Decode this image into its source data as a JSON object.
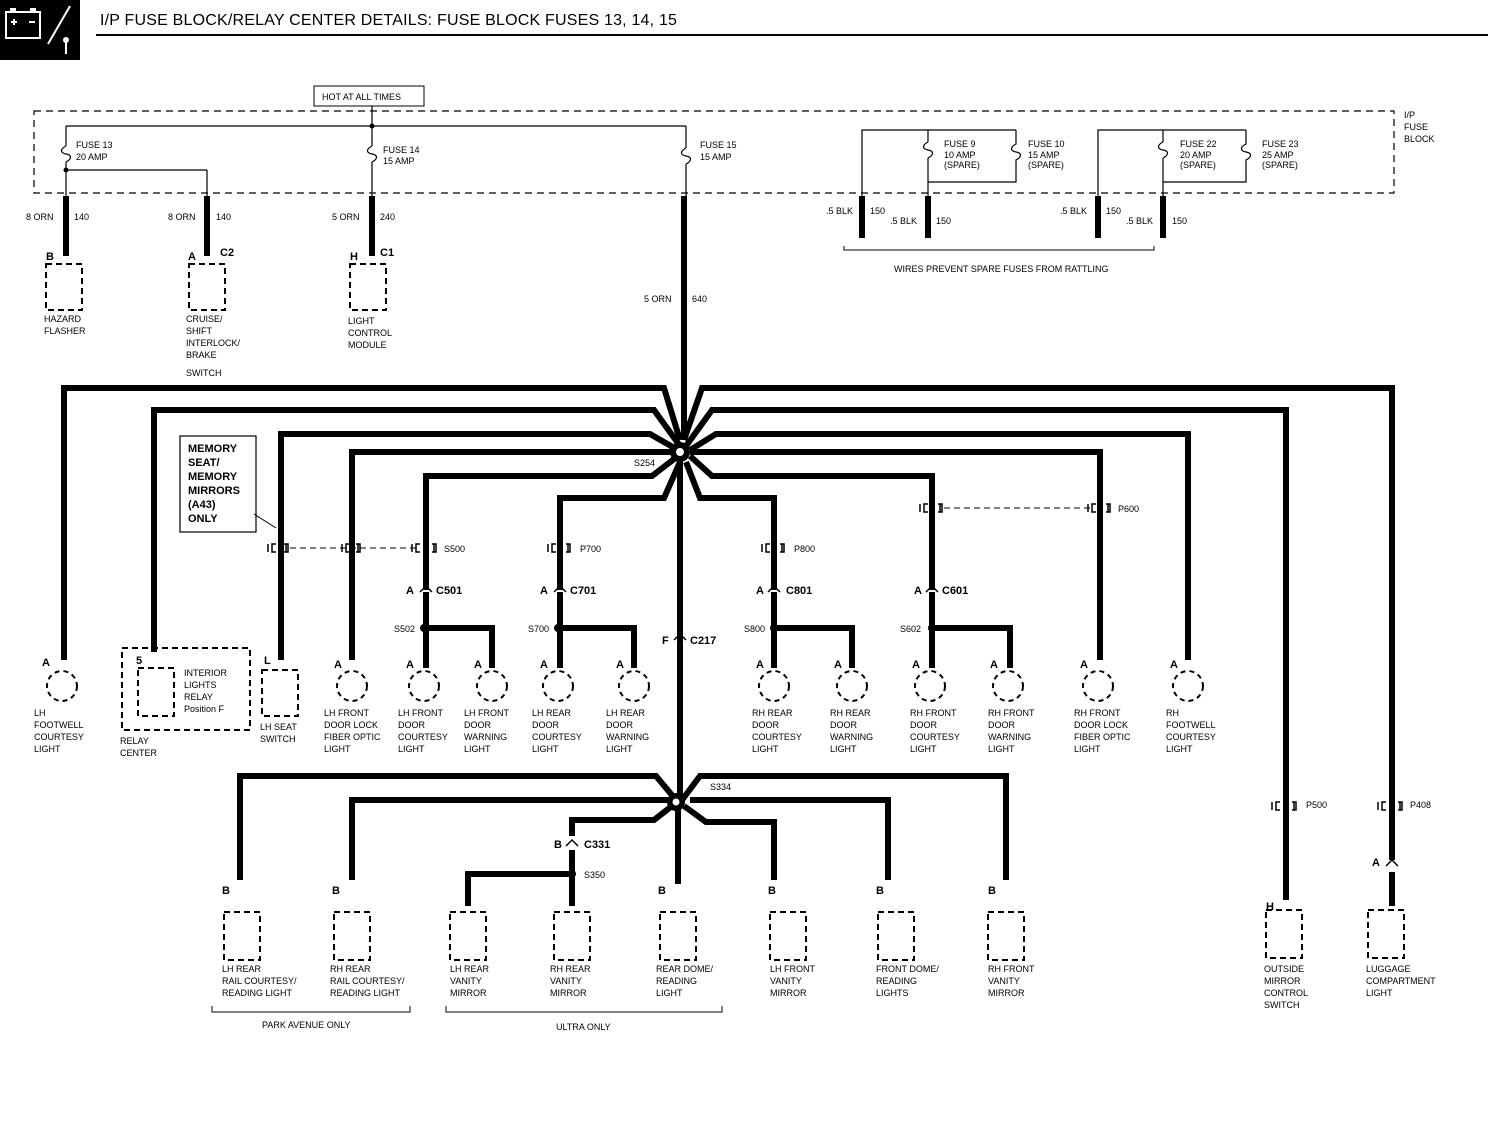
{
  "page": {
    "title": "I/P FUSE BLOCK/RELAY CENTER DETAILS: FUSE BLOCK FUSES 13, 14, 15",
    "icon": "battery-fuse-icon",
    "accent": "#000000",
    "background": "#ffffff"
  },
  "fuse_block": {
    "hot_label": "HOT AT ALL TIMES",
    "label": [
      "I/P",
      "FUSE",
      "BLOCK"
    ],
    "fuses": [
      {
        "id": "f13",
        "name": "FUSE 13",
        "rating": "20 AMP"
      },
      {
        "id": "f14",
        "name": "FUSE 14",
        "rating": "15 AMP"
      },
      {
        "id": "f15",
        "name": "FUSE 15",
        "rating": "15 AMP"
      },
      {
        "id": "f9",
        "name": "FUSE 9",
        "rating": "10 AMP",
        "note": "(SPARE)"
      },
      {
        "id": "f10",
        "name": "FUSE 10",
        "rating": "15 AMP",
        "note": "(SPARE)"
      },
      {
        "id": "f22",
        "name": "FUSE 22",
        "rating": "20 AMP",
        "note": "(SPARE)"
      },
      {
        "id": "f23",
        "name": "FUSE 23",
        "rating": "25 AMP",
        "note": "(SPARE)"
      }
    ],
    "spare_wires_note": "WIRES PREVENT SPARE FUSES FROM RATTLING"
  },
  "wires": [
    {
      "id": "w_hazard",
      "color": "8 ORN",
      "circuit": "140"
    },
    {
      "id": "w_cruise",
      "color": "8 ORN",
      "circuit": "140"
    },
    {
      "id": "w_light",
      "color": "5 ORN",
      "circuit": "240"
    },
    {
      "id": "w_main",
      "color": "5 ORN",
      "circuit": "640"
    },
    {
      "id": "w_sp1",
      "color": ".5 BLK",
      "circuit": "150"
    },
    {
      "id": "w_sp2",
      "color": ".5 BLK",
      "circuit": "150"
    },
    {
      "id": "w_sp3",
      "color": ".5 BLK",
      "circuit": "150"
    },
    {
      "id": "w_sp4",
      "color": ".5 BLK",
      "circuit": "150"
    }
  ],
  "splices": [
    "S254",
    "S334",
    "S350",
    "S502",
    "S700",
    "S800",
    "S602"
  ],
  "connectors": {
    "c2": {
      "pin": "A",
      "name": "C2"
    },
    "c1": {
      "pin": "H",
      "name": "C1"
    },
    "hazard_pin": "B",
    "c501": {
      "pin": "A",
      "name": "C501"
    },
    "c701": {
      "pin": "A",
      "name": "C701"
    },
    "c801": {
      "pin": "A",
      "name": "C801"
    },
    "c601": {
      "pin": "A",
      "name": "C601"
    },
    "c217": {
      "pin": "F",
      "name": "C217"
    },
    "c331": {
      "pin": "B",
      "name": "C331"
    },
    "p500_left": "S500",
    "p700": "P700",
    "p800": "P800",
    "p600": "P600",
    "p500_right": "P500",
    "p408": "P408"
  },
  "memory_note": [
    "MEMORY",
    "SEAT/",
    "MEMORY",
    "MIRRORS",
    "(A43)",
    "ONLY"
  ],
  "components": [
    {
      "id": "hazard",
      "pin": "B",
      "lines": [
        "HAZARD",
        "FLASHER"
      ]
    },
    {
      "id": "cruise",
      "pin": "A",
      "lines": [
        "CRUISE/",
        "SHIFT",
        "INTERLOCK/",
        "BRAKE",
        "SWITCH"
      ]
    },
    {
      "id": "lightctl",
      "pin": "H",
      "lines": [
        "LIGHT",
        "CONTROL",
        "MODULE"
      ]
    },
    {
      "id": "lh_footwell",
      "pin": "A",
      "lines": [
        "LH",
        "FOOTWELL",
        "COURTESY",
        "LIGHT"
      ]
    },
    {
      "id": "relay",
      "pin": "5",
      "lines": [
        "INTERIOR",
        "LIGHTS",
        "RELAY",
        "Position F"
      ],
      "caption": [
        "RELAY",
        "CENTER"
      ]
    },
    {
      "id": "lh_seat",
      "pin": "L",
      "lines": [
        "LH SEAT",
        "SWITCH"
      ]
    },
    {
      "id": "lh_front_lock",
      "pin": "A",
      "lines": [
        "LH FRONT",
        "DOOR LOCK",
        "FIBER OPTIC",
        "LIGHT"
      ]
    },
    {
      "id": "lh_front_court",
      "pin": "A",
      "lines": [
        "LH FRONT",
        "DOOR",
        "COURTESY",
        "LIGHT"
      ]
    },
    {
      "id": "lh_front_warn",
      "pin": "A",
      "lines": [
        "LH FRONT",
        "DOOR",
        "WARNING",
        "LIGHT"
      ]
    },
    {
      "id": "lh_rear_court",
      "pin": "A",
      "lines": [
        "LH REAR",
        "DOOR",
        "COURTESY",
        "LIGHT"
      ]
    },
    {
      "id": "lh_rear_warn",
      "pin": "A",
      "lines": [
        "LH REAR",
        "DOOR",
        "WARNING",
        "LIGHT"
      ]
    },
    {
      "id": "rh_rear_court",
      "pin": "A",
      "lines": [
        "RH REAR",
        "DOOR",
        "COURTESY",
        "LIGHT"
      ]
    },
    {
      "id": "rh_rear_warn",
      "pin": "A",
      "lines": [
        "RH REAR",
        "DOOR",
        "WARNING",
        "LIGHT"
      ]
    },
    {
      "id": "rh_front_court",
      "pin": "A",
      "lines": [
        "RH FRONT",
        "DOOR",
        "COURTESY",
        "LIGHT"
      ]
    },
    {
      "id": "rh_front_warn",
      "pin": "A",
      "lines": [
        "RH FRONT",
        "DOOR",
        "WARNING",
        "LIGHT"
      ]
    },
    {
      "id": "rh_front_lock",
      "pin": "A",
      "lines": [
        "RH FRONT",
        "DOOR LOCK",
        "FIBER OPTIC",
        "LIGHT"
      ]
    },
    {
      "id": "rh_footwell",
      "pin": "A",
      "lines": [
        "RH",
        "FOOTWELL",
        "COURTESY",
        "LIGHT"
      ]
    },
    {
      "id": "lh_rear_rail",
      "pin": "B",
      "lines": [
        "LH REAR",
        "RAIL COURTESY/",
        "READING LIGHT"
      ]
    },
    {
      "id": "rh_rear_rail",
      "pin": "B",
      "lines": [
        "RH REAR",
        "RAIL COURTESY/",
        "READING LIGHT"
      ]
    },
    {
      "id": "lh_rear_vanity",
      "pin": "",
      "lines": [
        "LH REAR",
        "VANITY",
        "MIRROR"
      ]
    },
    {
      "id": "rh_rear_vanity",
      "pin": "",
      "lines": [
        "RH REAR",
        "VANITY",
        "MIRROR"
      ]
    },
    {
      "id": "rear_dome",
      "pin": "B",
      "lines": [
        "REAR DOME/",
        "READING",
        "LIGHT"
      ]
    },
    {
      "id": "lh_front_vanity",
      "pin": "B",
      "lines": [
        "LH FRONT",
        "VANITY",
        "MIRROR"
      ]
    },
    {
      "id": "front_dome",
      "pin": "B",
      "lines": [
        "FRONT DOME/",
        "READING",
        "LIGHTS"
      ]
    },
    {
      "id": "rh_front_vanity",
      "pin": "B",
      "lines": [
        "RH FRONT",
        "VANITY",
        "MIRROR"
      ]
    },
    {
      "id": "outside_mirror",
      "pin": "H",
      "lines": [
        "OUTSIDE",
        "MIRROR",
        "CONTROL",
        "SWITCH"
      ]
    },
    {
      "id": "luggage",
      "pin": "A",
      "lines": [
        "LUGGAGE",
        "COMPARTMENT",
        "LIGHT"
      ]
    }
  ],
  "group_notes": {
    "park_avenue": "PARK AVENUE ONLY",
    "ultra": "ULTRA ONLY"
  }
}
